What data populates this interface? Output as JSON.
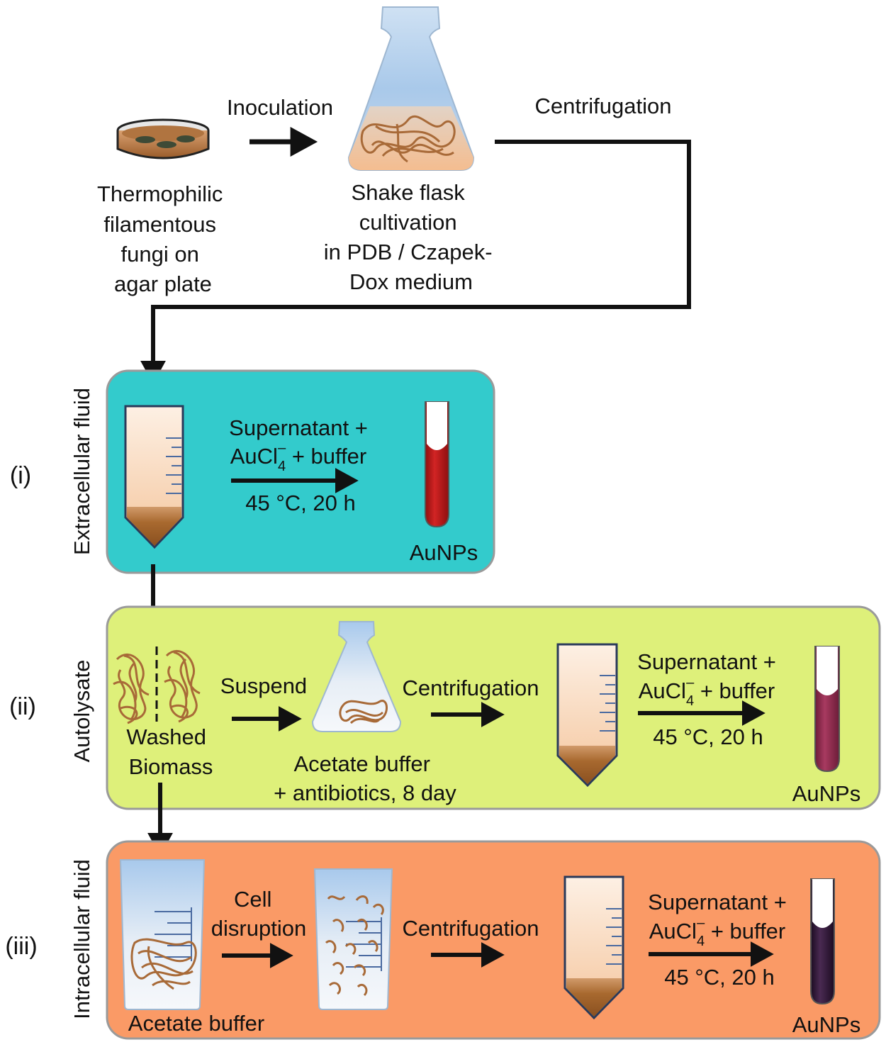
{
  "colors": {
    "panel_i": "#33cbcc",
    "panel_ii": "#def07a",
    "panel_iii": "#fa9a66",
    "arrow": "#111111",
    "mycelium": "#a86a38",
    "pellet": "#9a5c24",
    "medium_top": "#b8d4ec",
    "medium_bottom": "#f6c79c",
    "tube_liquid_top": "#fbe7d3",
    "auNP_i": "#c41c1c",
    "auNP_ii": "#9a3052",
    "auNP_iii": "#3a1a3e"
  },
  "top": {
    "plate_label_lines": [
      "Thermophilic",
      "filamentous",
      "fungi on",
      "agar plate"
    ],
    "inoculation": "Inoculation",
    "flask_label_lines": [
      "Shake flask",
      "cultivation",
      "in PDB / Czapek-",
      "Dox medium"
    ],
    "centrifugation": "Centrifugation"
  },
  "panels": [
    {
      "roman": "(i)",
      "side_label": "Extracellular fluid",
      "reaction_line1": "Supernatant +",
      "reaction_line2_a": "AuCl",
      "reaction_line2_sub": "4",
      "reaction_line2_sup": "–",
      "reaction_line2_b": " + buffer",
      "conditions": "45 °C, 20 h",
      "product": "AuNPs"
    },
    {
      "roman": "(ii)",
      "side_label": "Autolysate",
      "biomass_label_lines": [
        "Washed",
        "Biomass"
      ],
      "suspend": "Suspend",
      "flask_label_lines": [
        "Acetate buffer",
        "+ antibiotics, 8 day"
      ],
      "centrifugation": "Centrifugation",
      "reaction_line1": "Supernatant +",
      "reaction_line2_a": "AuCl",
      "reaction_line2_sub": "4",
      "reaction_line2_sup": "–",
      "reaction_line2_b": " + buffer",
      "conditions": "45 °C, 20 h",
      "product": "AuNPs"
    },
    {
      "roman": "(iii)",
      "side_label": "Intracellular fluid",
      "beaker_label": "Acetate buffer",
      "disruption_lines": [
        "Cell",
        "disruption"
      ],
      "centrifugation": "Centrifugation",
      "reaction_line1": "Supernatant +",
      "reaction_line2_a": "AuCl",
      "reaction_line2_sub": "4",
      "reaction_line2_sup": "–",
      "reaction_line2_b": " + buffer",
      "conditions": "45 °C, 20 h",
      "product": "AuNPs"
    }
  ]
}
